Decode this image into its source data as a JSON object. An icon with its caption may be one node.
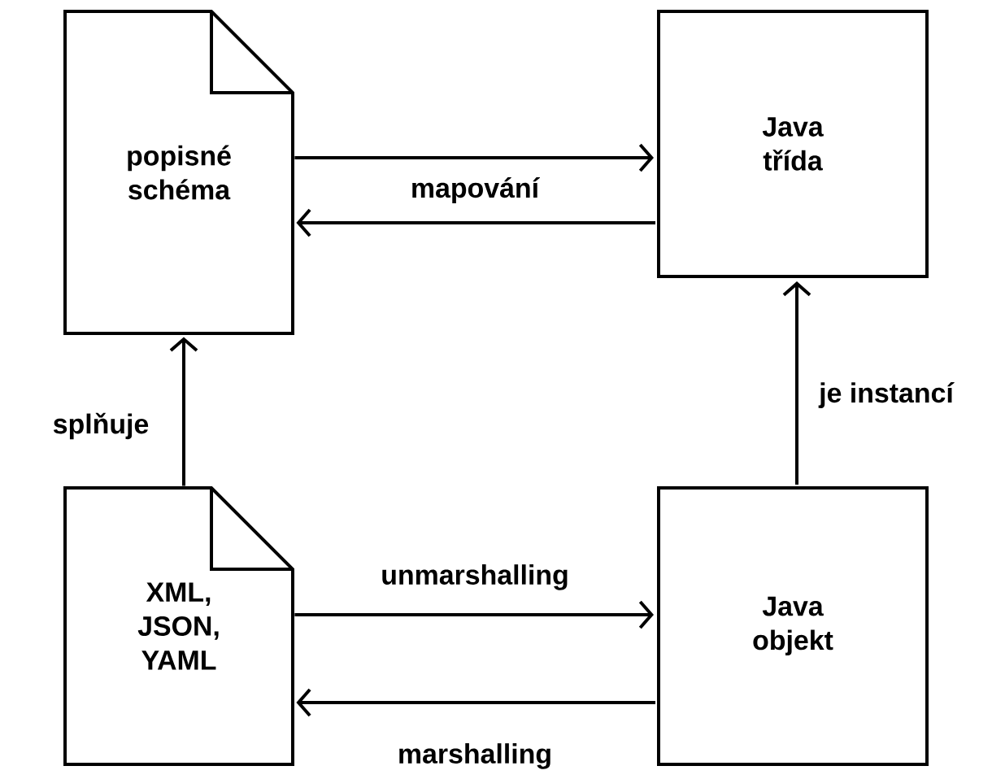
{
  "diagram": {
    "nodes": [
      {
        "text": [
          "popisné schéma"
        ]
      },
      {
        "text": [
          "Java třída"
        ]
      },
      {
        "text": [
          "XML, JSON, YAML"
        ]
      },
      {
        "text": [
          "Java objekt"
        ]
      }
    ],
    "edges": [
      {
        "from": 0,
        "to": 1,
        "arrow": "to",
        "label": "mapování"
      },
      {
        "from": 1,
        "to": 0,
        "arrow": "to"
      },
      {
        "from": 2,
        "to": 0,
        "arrow": "to",
        "label": "splňuje"
      },
      {
        "from": 3,
        "to": 1,
        "arrow": "to",
        "label": "je instancí"
      },
      {
        "from": 2,
        "to": 3,
        "arrow": "to",
        "label": "unmarshalling"
      },
      {
        "from": 3,
        "to": 2,
        "arrow": "to",
        "label": "marshalling"
      }
    ]
  }
}
